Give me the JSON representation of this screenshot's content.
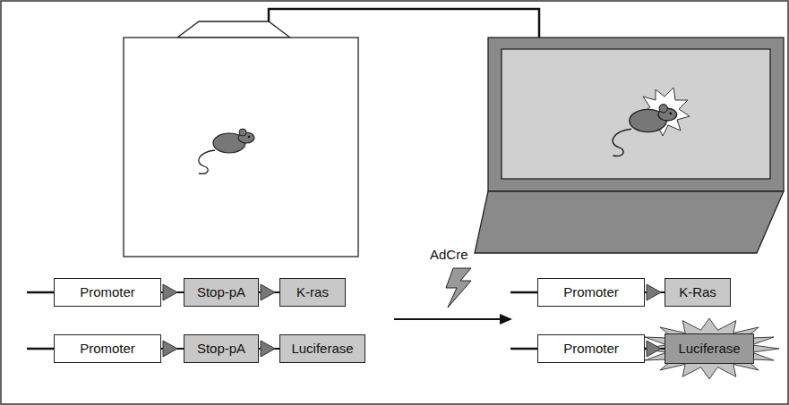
{
  "diagram": {
    "nodes": [
      {
        "text": [
          "Promoter"
        ]
      },
      {
        "text": [
          "Stop-pA"
        ]
      },
      {
        "text": [
          "K-ras"
        ]
      },
      {
        "text": [
          "Promoter"
        ]
      },
      {
        "text": [
          "Stop-pA"
        ]
      },
      {
        "text": [
          "Luciferase"
        ]
      },
      {
        "text": [
          "Promoter"
        ]
      },
      {
        "text": [
          "K-Ras"
        ]
      },
      {
        "text": [
          "Promoter"
        ]
      },
      {
        "text": [
          "Luciferase"
        ]
      }
    ],
    "labels": [
      "AdCre"
    ]
  }
}
